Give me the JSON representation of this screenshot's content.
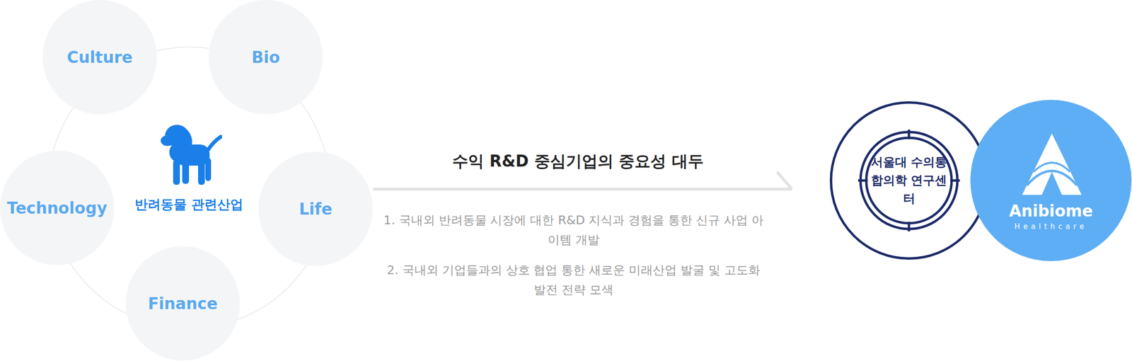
{
  "diagram": {
    "nodes": [
      {
        "text": [
          "반려동물 관련산업"
        ]
      },
      {
        "text": [
          "Culture"
        ],
        "in": 0
      },
      {
        "text": [
          "Bio"
        ],
        "in": 0
      },
      {
        "text": [
          "Technology"
        ],
        "in": 0
      },
      {
        "text": [
          "Life"
        ],
        "in": 0
      },
      {
        "text": [
          "Finance"
        ],
        "in": 0
      },
      {
        "text": [
          "서울대 수의통합의학 연구센터"
        ]
      },
      {
        "text": [
          "Anibiome",
          "Healthcare"
        ]
      }
    ],
    "edges": [
      {
        "from": 0,
        "to": 6,
        "arrow": "to",
        "label": "수익 R&D 중심기업의 중요성 대두"
      }
    ],
    "labels": [
      "1. 국내외 반려동물 시장에 대한 R&D 지식과 경험을 통한 신규 사업 아이템 개발",
      "2. 국내외 기업들과의 상호 협업 통한 새로운 미래산업 발굴 및 고도화 발전 전략 모색"
    ]
  }
}
